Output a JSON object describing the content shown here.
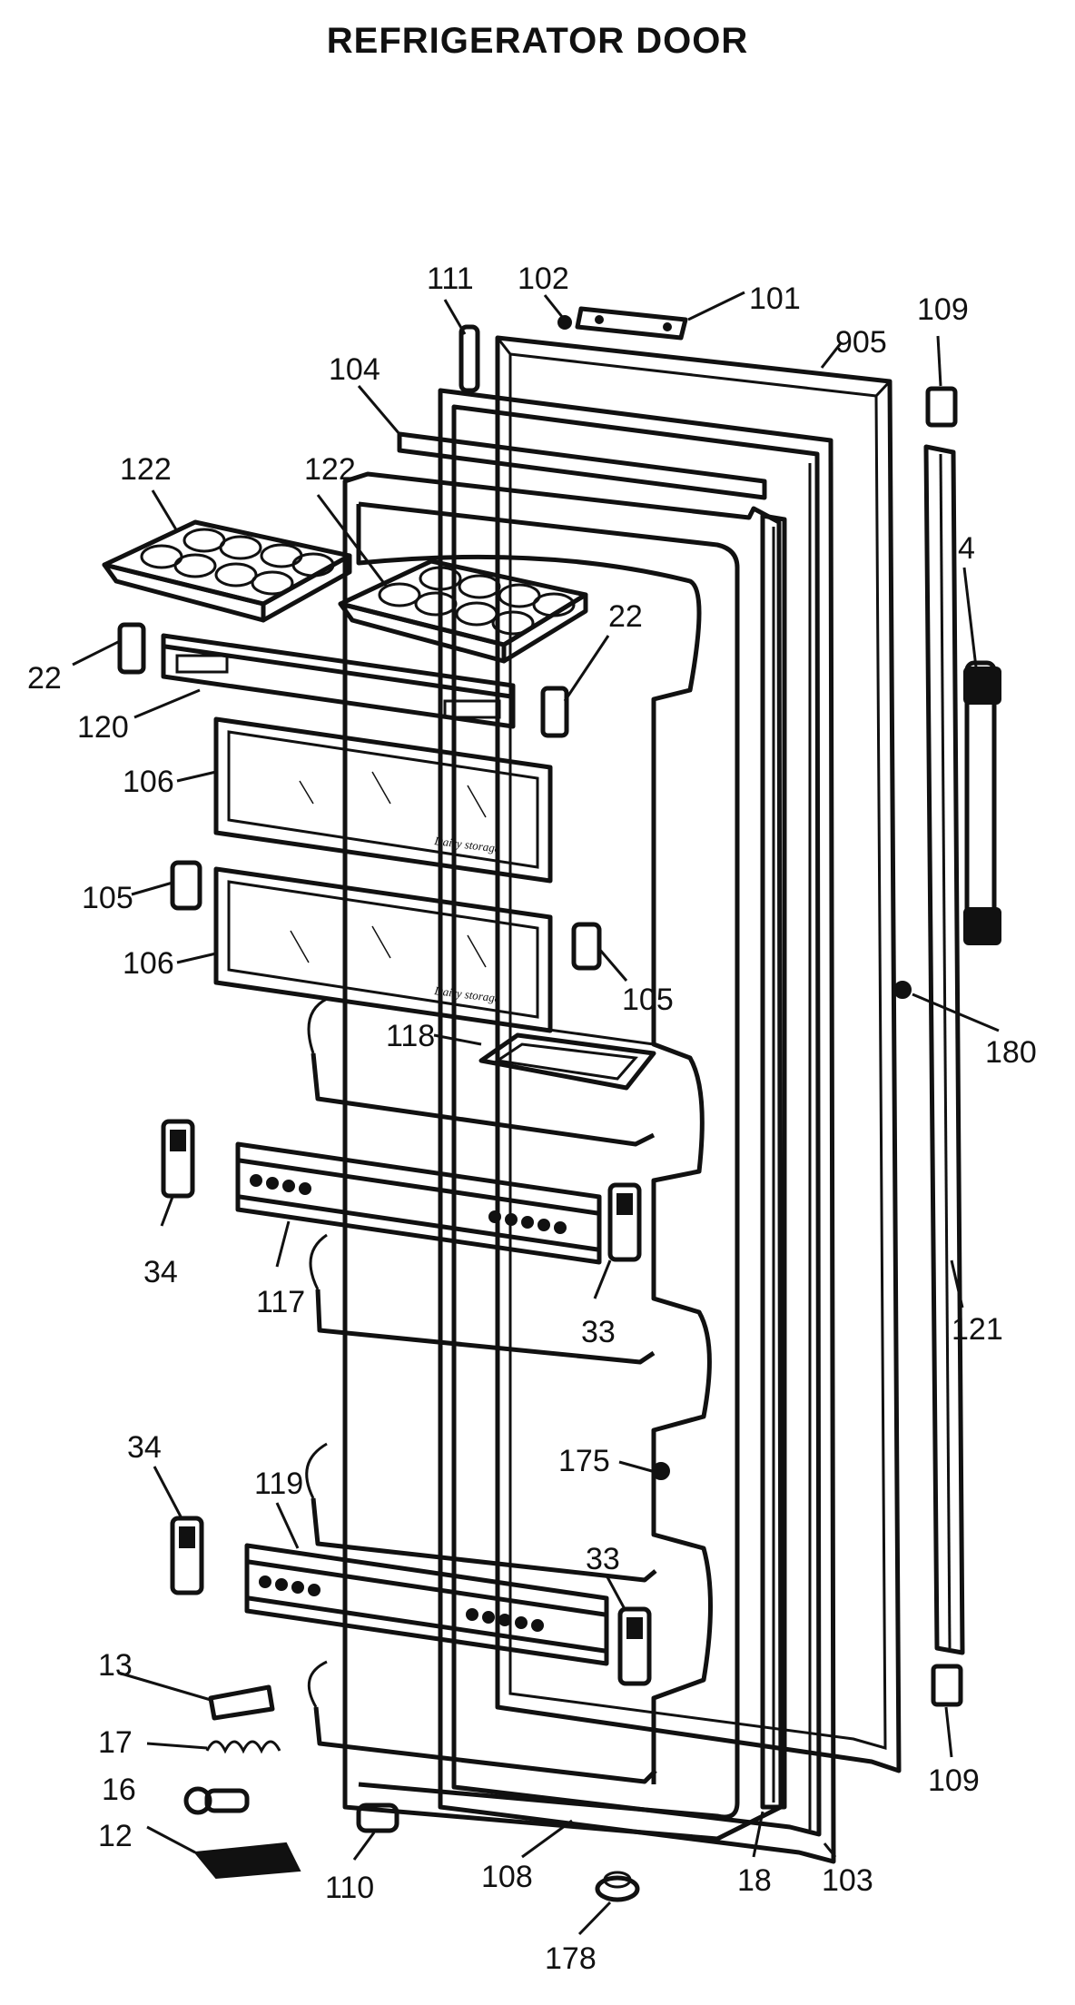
{
  "title": "REFRIGERATOR DOOR",
  "shelf_labels": [
    "Dairy storage",
    "Dairy storage"
  ],
  "callouts": [
    "111",
    "102",
    "101",
    "905",
    "109",
    "104",
    "122",
    "122",
    "4",
    "22",
    "22",
    "120",
    "106",
    "105",
    "106",
    "105",
    "180",
    "118",
    "34",
    "117",
    "33",
    "121",
    "34",
    "175",
    "119",
    "33",
    "13",
    "17",
    "16",
    "12",
    "110",
    "108",
    "18",
    "103",
    "109",
    "178"
  ]
}
